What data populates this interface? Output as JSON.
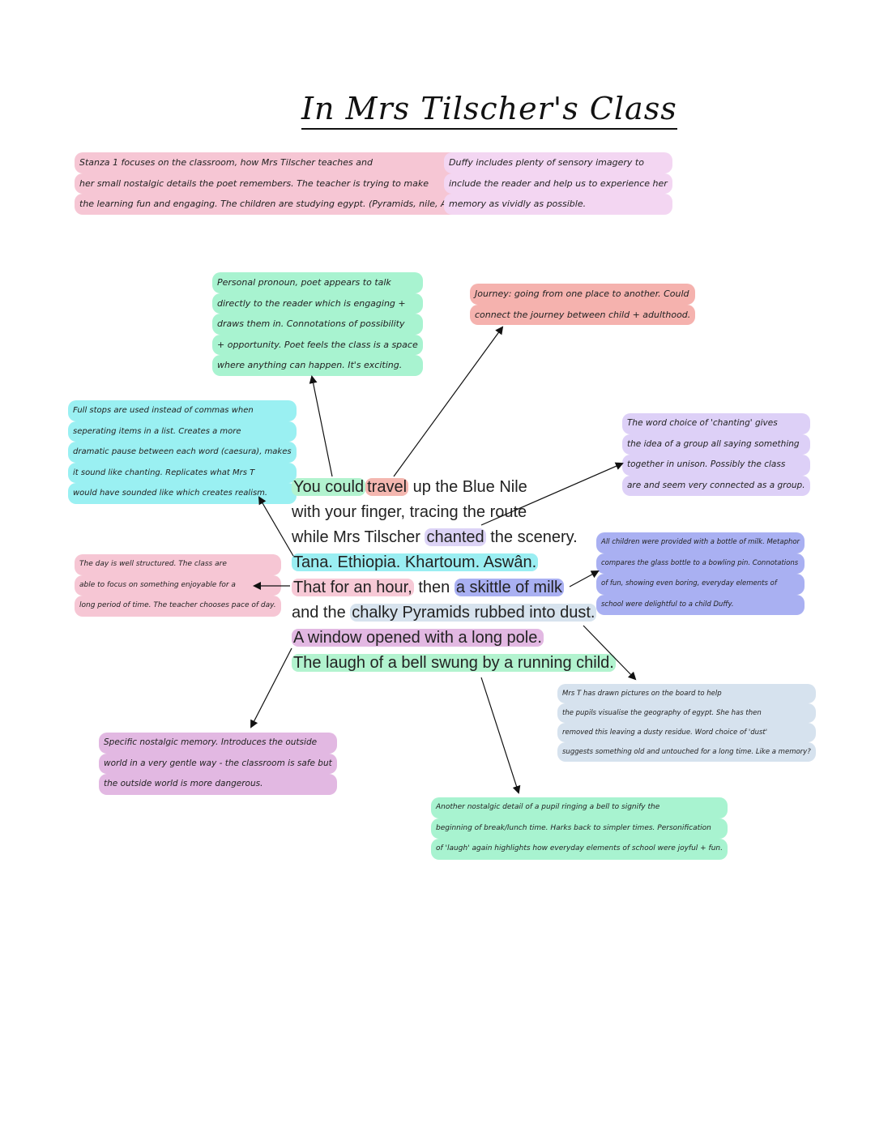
{
  "title": "In Mrs Tilscher's Class",
  "intro_left": [
    "Stanza 1 focuses on the classroom, how Mrs Tilscher teaches and",
    "her small nostalgic details the poet remembers. The teacher is trying to make",
    "the learning fun and engaging. The children are studying egypt. (Pyramids, nile, Aswan)"
  ],
  "intro_right": [
    "Duffy includes plenty of sensory imagery to",
    "include the reader and help us to experience her",
    "memory as vividly as possible."
  ],
  "notes": {
    "pronoun": [
      "Personal pronoun, poet appears to talk",
      "directly to the reader which is engaging +",
      "draws them in. Connotations of possibility",
      "+ opportunity. Poet feels the class is a space",
      "where anything can happen. It's exciting."
    ],
    "journey": [
      "Journey: going from one place to another. Could",
      "connect the journey between child + adulthood."
    ],
    "fullstops": [
      "Full stops are used instead of commas when",
      "seperating items in a list. Creates a more",
      "dramatic pause between each word (caesura), makes",
      "it sound like chanting. Replicates what Mrs T",
      "would have sounded like which creates realism."
    ],
    "chanting": [
      "The word choice of 'chanting' gives",
      "the idea of a group all saying something",
      "together in unison. Possibly the class",
      "are and seem very connected as a group."
    ],
    "milk": [
      "All children were provided with a bottle of milk. Metaphor",
      "compares the glass bottle to a bowling pin. Connotations",
      "of fun, showing even boring, everyday elements of",
      "school were delightful to a child Duffy."
    ],
    "day": [
      "The day is well structured. The class are",
      "able to focus on something enjoyable for a",
      "long period of time. The teacher chooses pace of day."
    ],
    "board": [
      "Mrs T has drawn pictures on the board to help",
      "the pupils visualise the geography of egypt. She has then",
      "removed this leaving a dusty residue. Word choice of 'dust'",
      "suggests something old and untouched for a long time. Like a memory?"
    ],
    "memory": [
      "Specific nostalgic memory. Introduces the outside",
      "world in a very gentle way - the classroom is safe but",
      "the outside world is more dangerous."
    ],
    "bell": [
      "Another nostalgic detail of a pupil ringing a bell to signify the",
      "beginning of break/lunch time. Harks back to simpler times. Personification",
      "of 'laugh' again highlights how everyday elements of school were joyful + fun."
    ]
  },
  "poem": {
    "l1a": "You could",
    "l1b": "travel",
    "l1c": " up the Blue Nile",
    "l2": "with your finger, tracing the route",
    "l3a": "while Mrs Tilscher ",
    "l3b": "chanted",
    "l3c": " the scenery.",
    "l4": "Tana. Ethiopia. Khartoum. Aswân.",
    "l5a": "That for an hour,",
    "l5b": " then ",
    "l5c": "a skittle of milk",
    "l6a": "and the ",
    "l6b": "chalky Pyramids rubbed into dust.",
    "l7": "A window opened with a long pole.",
    "l8": "The laugh of a bell swung by a running child."
  },
  "colors": {
    "pink": "#f6c6d4",
    "lavender": "#f3d6f2",
    "mint": "#a8f3d0",
    "cyan": "#9af0f2",
    "salmon": "#f5b2ae",
    "lilac": "#ddd0f7",
    "blue": "#a9b0f2",
    "purple": "#e2b8e2",
    "grey": "#d6e2ee"
  }
}
